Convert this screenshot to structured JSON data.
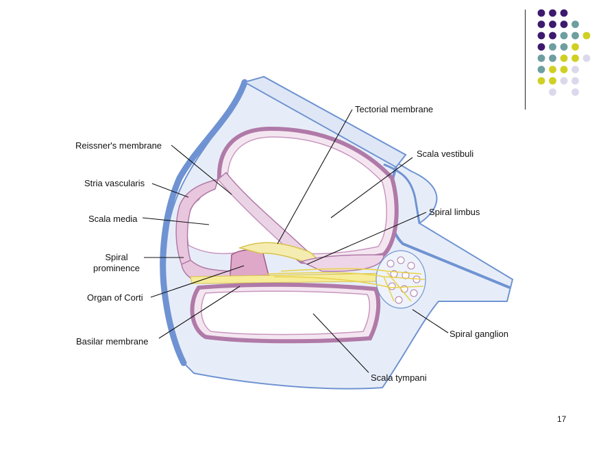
{
  "labels": {
    "tectorial_membrane": "Tectorial membrane",
    "reissners_membrane": "Reissner's membrane",
    "scala_vestibuli": "Scala vestibuli",
    "stria_vascularis": "Stria vascularis",
    "spiral_limbus": "Spiral limbus",
    "scala_media": "Scala media",
    "spiral_prominence_1": "Spiral",
    "spiral_prominence_2": "prominence",
    "organ_of_corti": "Organ of Corti",
    "spiral_ganglion": "Spiral ganglion",
    "basilar_membrane": "Basilar membrane",
    "scala_tympani": "Scala tympani"
  },
  "page_number": "17",
  "colors": {
    "dot_purple": "#3d1a6e",
    "dot_teal": "#6e9ea0",
    "dot_yellow": "#cfd023",
    "dot_lavender": "#dcd8ec",
    "bone_fill": "#e6ecf8",
    "bone_edge": "#6f93d2",
    "membrane_pink": "#e8c6de",
    "membrane_edge": "#b07aa8",
    "nerve_yellow": "#f3e67a"
  },
  "dot_grid": [
    [
      "P",
      "P",
      "P",
      "",
      "",
      ""
    ],
    [
      "P",
      "P",
      "P",
      "T",
      "",
      ""
    ],
    [
      "P",
      "P",
      "T",
      "T",
      "Y",
      ""
    ],
    [
      "P",
      "T",
      "T",
      "Y",
      "",
      ""
    ],
    [
      "T",
      "T",
      "Y",
      "Y",
      "L",
      ""
    ],
    [
      "T",
      "Y",
      "Y",
      "L",
      "",
      ""
    ],
    [
      "Y",
      "Y",
      "L",
      "L",
      "",
      ""
    ],
    [
      "",
      "L",
      "",
      "L",
      "",
      ""
    ]
  ]
}
